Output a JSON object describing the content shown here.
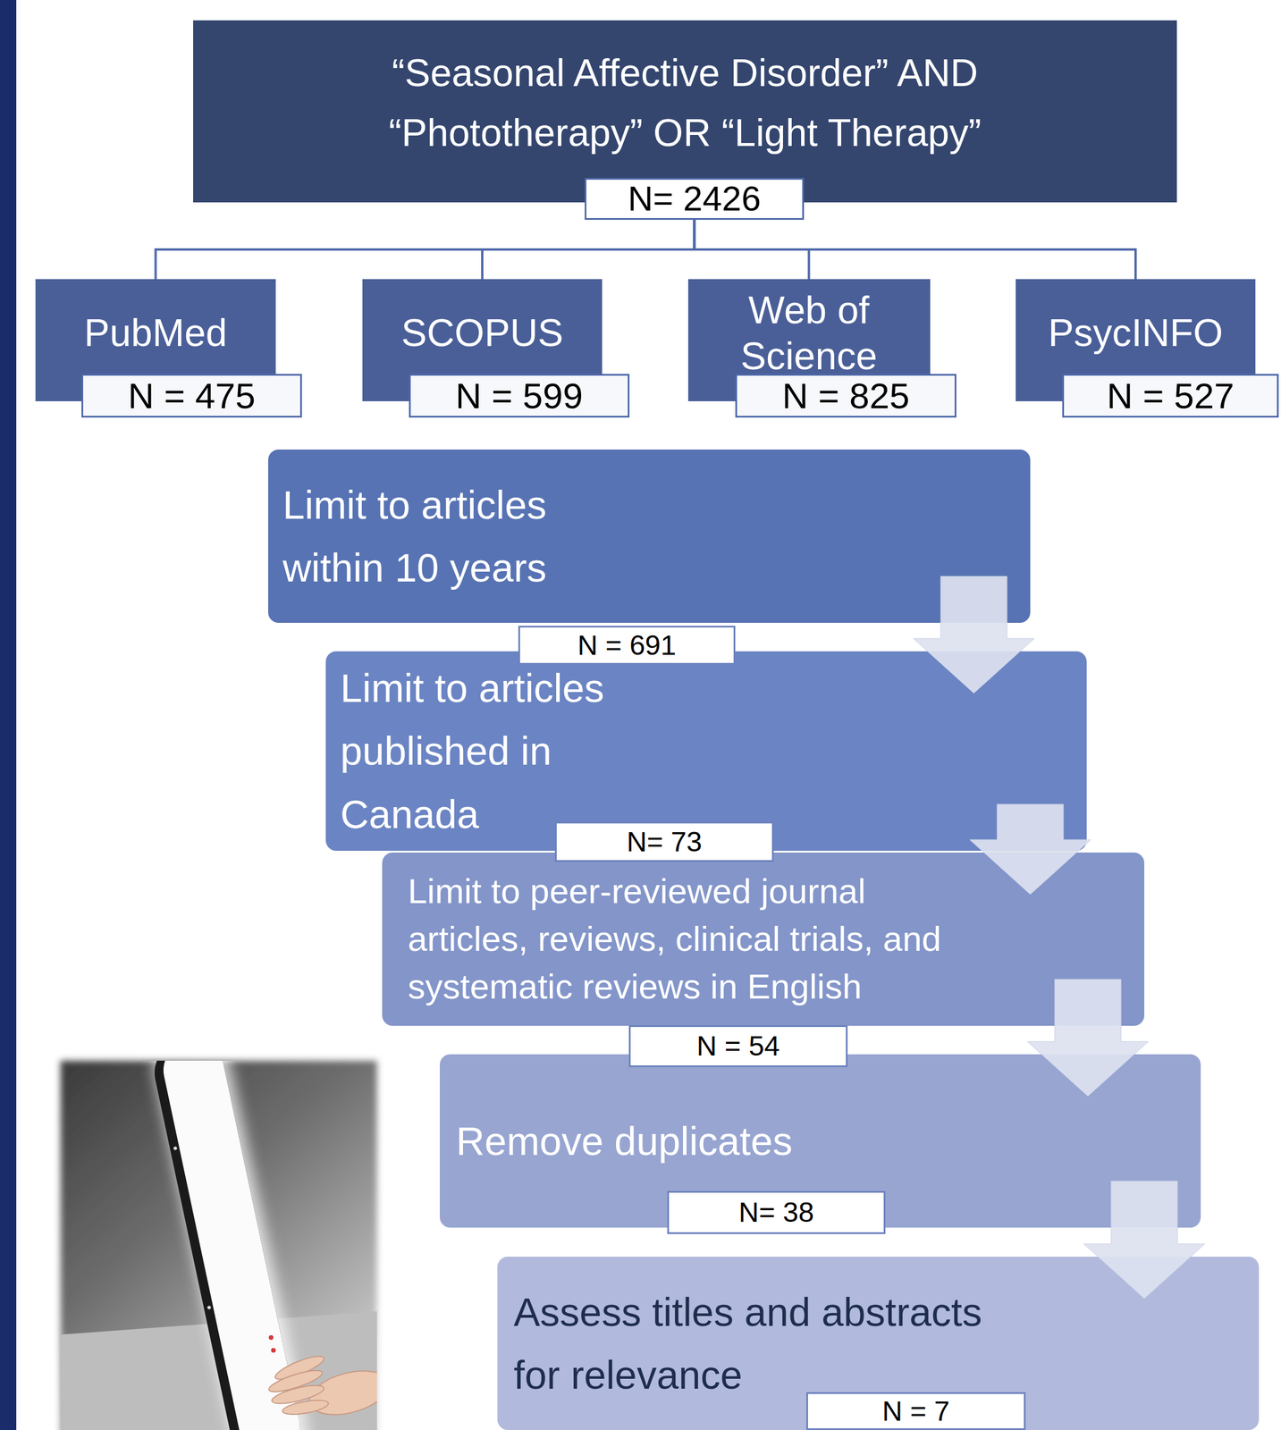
{
  "diagram": {
    "nodes": [
      {
        "text": [
          "“Seasonal Affective Disorder” AND “Phototherapy” OR “Light Therapy”"
        ]
      },
      {
        "text": [
          "N= 2426"
        ]
      },
      {
        "text": [
          "PubMed"
        ]
      },
      {
        "text": [
          "N = 475"
        ]
      },
      {
        "text": [
          "SCOPUS"
        ]
      },
      {
        "text": [
          "N = 599"
        ]
      },
      {
        "text": [
          "Web of Science"
        ]
      },
      {
        "text": [
          "N = 825"
        ]
      },
      {
        "text": [
          "PsycINFO"
        ]
      },
      {
        "text": [
          "N = 527"
        ]
      },
      {
        "text": [
          "Limit to articles within 10 years"
        ]
      },
      {
        "text": [
          "N = 691"
        ]
      },
      {
        "text": [
          "Limit to articles published in Canada"
        ]
      },
      {
        "text": [
          "N= 73"
        ]
      },
      {
        "text": [
          "Limit to peer-reviewed journal articles, reviews, clinical trials, and systematic reviews in English"
        ]
      },
      {
        "text": [
          "N = 54"
        ]
      },
      {
        "text": [
          "Remove duplicates"
        ]
      },
      {
        "text": [
          "N= 38"
        ]
      },
      {
        "text": [
          "Assess titles and abstracts for relevance"
        ]
      },
      {
        "text": [
          "N = 7"
        ]
      }
    ],
    "edges": [
      {
        "from": 1,
        "to": 2,
        "arrow": "none"
      },
      {
        "from": 1,
        "to": 4,
        "arrow": "none"
      },
      {
        "from": 1,
        "to": 6,
        "arrow": "none"
      },
      {
        "from": 1,
        "to": 8,
        "arrow": "none"
      },
      {
        "from": 10,
        "to": 12,
        "arrow": "to"
      },
      {
        "from": 12,
        "to": 14,
        "arrow": "to"
      },
      {
        "from": 14,
        "to": 16,
        "arrow": "to"
      },
      {
        "from": 16,
        "to": 18,
        "arrow": "to"
      }
    ]
  }
}
